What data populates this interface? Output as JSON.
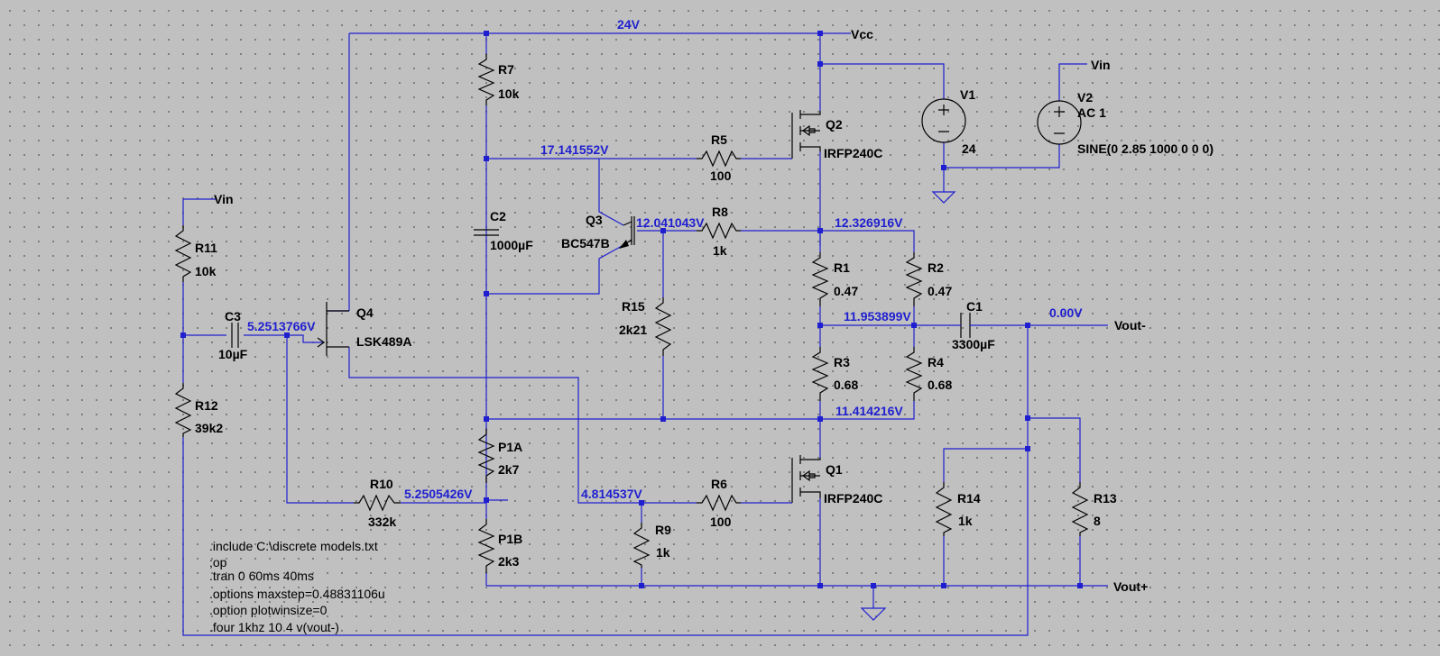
{
  "components": {
    "R7": {
      "name": "R7",
      "value": "10k"
    },
    "C2": {
      "name": "C2",
      "value": "1000µF"
    },
    "R5": {
      "name": "R5",
      "value": "100"
    },
    "Q2": {
      "name": "Q2",
      "value": "IRFP240C"
    },
    "V1": {
      "name": "V1",
      "value": "24"
    },
    "V2": {
      "name": "V2",
      "value": "AC 1",
      "value2": "SINE(0 2.85 1000 0 0 0)"
    },
    "Q3": {
      "name": "Q3",
      "value": "BC547B"
    },
    "R8": {
      "name": "R8",
      "value": "1k"
    },
    "R1": {
      "name": "R1",
      "value": "0.47"
    },
    "R2": {
      "name": "R2",
      "value": "0.47"
    },
    "R11": {
      "name": "R11",
      "value": "10k"
    },
    "C3": {
      "name": "C3",
      "value": "10µF"
    },
    "Q4": {
      "name": "Q4",
      "value": "LSK489A"
    },
    "R15": {
      "name": "R15",
      "value": "2k21"
    },
    "C1": {
      "name": "C1",
      "value": "3300µF"
    },
    "R3": {
      "name": "R3",
      "value": "0.68"
    },
    "R4": {
      "name": "R4",
      "value": "0.68"
    },
    "R12": {
      "name": "R12",
      "value": "39k2"
    },
    "P1A": {
      "name": "P1A",
      "value": "2k7"
    },
    "Q1": {
      "name": "Q1",
      "value": "IRFP240C"
    },
    "R10": {
      "name": "R10",
      "value": "332k"
    },
    "R6": {
      "name": "R6",
      "value": "100"
    },
    "R14": {
      "name": "R14",
      "value": "1k"
    },
    "R13": {
      "name": "R13",
      "value": "8"
    },
    "R9": {
      "name": "R9",
      "value": "1k"
    },
    "P1B": {
      "name": "P1B",
      "value": "2k3"
    }
  },
  "net_labels": {
    "vcc": "Vcc",
    "vin_top": "Vin",
    "vin_left": "Vin",
    "vout_minus": "Vout-",
    "vout_plus": "Vout+"
  },
  "node_voltages": {
    "rail": "24V",
    "q2_gate": "17.141552V",
    "q3_base": "12.041043V",
    "q2_source": "12.326916V",
    "output_mid": "11.953899V",
    "vout": "0.00V",
    "q4_gate": "5.2513766V",
    "q1_drain": "11.414216V",
    "q1_gate": "4.814537V",
    "r10_node": "5.2505426V"
  },
  "directives": [
    ".include C:\\discrete models.txt",
    ";op",
    ".tran 0 60ms 40ms",
    ".options maxstep=0.48831106u",
    ".option plotwinsize=0",
    ".four 1khz 10 4 v(vout-)"
  ],
  "colors": {
    "background": "#c0c0c0",
    "wire": "#1f1fd0",
    "component": "#000000",
    "voltage_label": "#1f1fd0"
  }
}
